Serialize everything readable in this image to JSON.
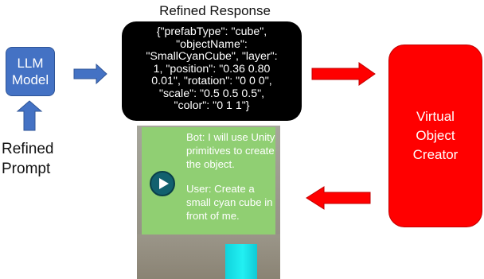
{
  "llm_model": {
    "line1": "LLM",
    "line2": "Model"
  },
  "refined_prompt": {
    "line1": "Refined",
    "line2": "Prompt"
  },
  "refined_response": {
    "title": "Refined Response",
    "lines": [
      "{\"prefabType\": \"cube\",",
      "\"objectName\":",
      "\"SmallCyanCube\",    \"layer\":",
      "1,    \"position\": \"0.36 0.80",
      "0.01\",    \"rotation\": \"0 0 0\",",
      "\"scale\": \"0.5 0.5 0.5\",",
      "\"color\": \"0 1 1\"}"
    ]
  },
  "creator": {
    "line1": "Virtual",
    "line2": "Object",
    "line3": "Creator"
  },
  "ar_screenshot": {
    "bot_message": "Bot: I will use Unity primitives to create the object.",
    "user_message": "User: Create a small cyan cube in front of me."
  },
  "colors": {
    "blue": "#4472c4",
    "red": "#ff0000",
    "panel_green": "#8fd172",
    "cube_cyan": "#22f0f2"
  },
  "icons": [
    "play-icon",
    "arrow-right-icon",
    "arrow-up-icon",
    "arrow-left-icon"
  ]
}
